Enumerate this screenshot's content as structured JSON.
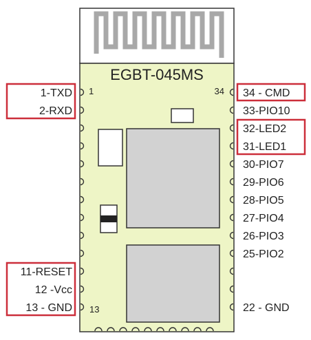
{
  "module": {
    "title": "EGBT-045MS",
    "board_color": "#eef5c6",
    "chip_color": "#d2d2d2",
    "highlight_color": "#cc2e3a",
    "corner_numbers": {
      "top_left": "1",
      "top_right": "34",
      "bottom_left": "13"
    }
  },
  "left_pins": [
    {
      "label": "1-TXD",
      "highlighted": true
    },
    {
      "label": "2-RXD",
      "highlighted": true
    },
    {
      "label": "11-RESET",
      "highlighted": true
    },
    {
      "label": "12 -Vcc",
      "highlighted": true
    },
    {
      "label": "13 - GND",
      "highlighted": true
    }
  ],
  "right_pins": [
    {
      "label": "34 - CMD",
      "highlighted": true
    },
    {
      "label": "33-PIO10",
      "highlighted": false
    },
    {
      "label": "32-LED2",
      "highlighted": true
    },
    {
      "label": "31-LED1",
      "highlighted": true
    },
    {
      "label": "30-PIO7",
      "highlighted": false
    },
    {
      "label": "29-PIO6",
      "highlighted": false
    },
    {
      "label": "28-PIO5",
      "highlighted": false
    },
    {
      "label": "27-PIO4",
      "highlighted": false
    },
    {
      "label": "26-PIO3",
      "highlighted": false
    },
    {
      "label": "25-PIO2",
      "highlighted": false
    },
    {
      "label": "22 - GND",
      "highlighted": false
    }
  ]
}
